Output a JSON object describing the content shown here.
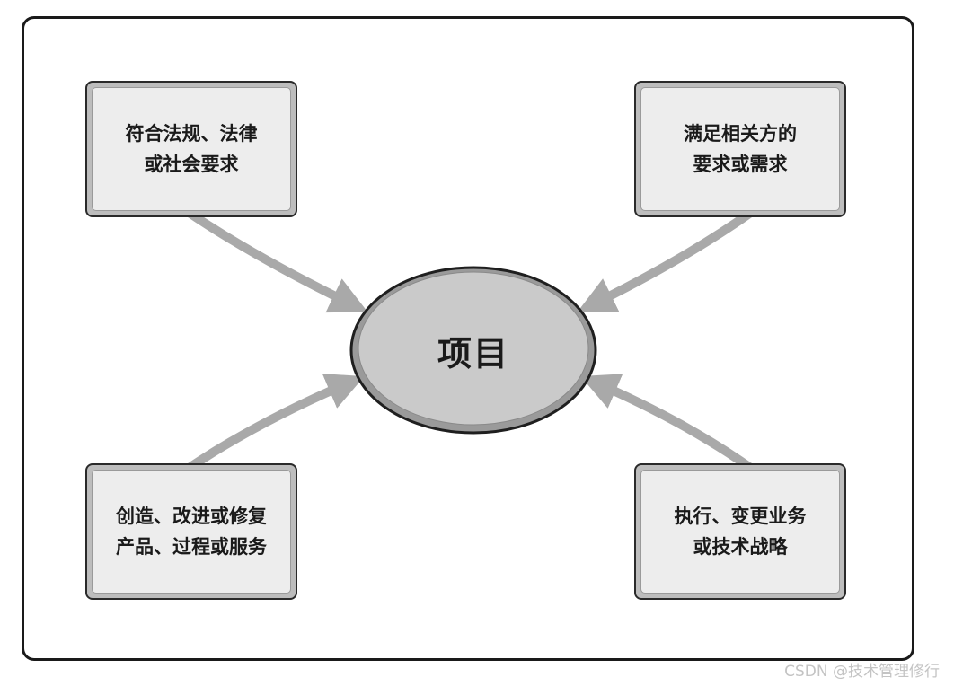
{
  "center": {
    "label": "项目"
  },
  "boxes": {
    "top_left": {
      "lines": [
        "符合法规、法律",
        "或社会要求"
      ]
    },
    "top_right": {
      "lines": [
        "满足相关方的",
        "要求或需求"
      ]
    },
    "bottom_left": {
      "lines": [
        "创造、改进或修复",
        "产品、过程或服务"
      ]
    },
    "bottom_right": {
      "lines": [
        "执行、变更业务",
        "或技术战略"
      ]
    }
  },
  "watermark": "CSDN @技术管理修行",
  "colors": {
    "frame_border": "#1a1a1a",
    "box_fill": "#ededed",
    "box_border": "#2a2a2a",
    "ellipse_fill": "#c8c8c8",
    "arrow": "#a9a9a9",
    "text": "#1a1a1a"
  }
}
